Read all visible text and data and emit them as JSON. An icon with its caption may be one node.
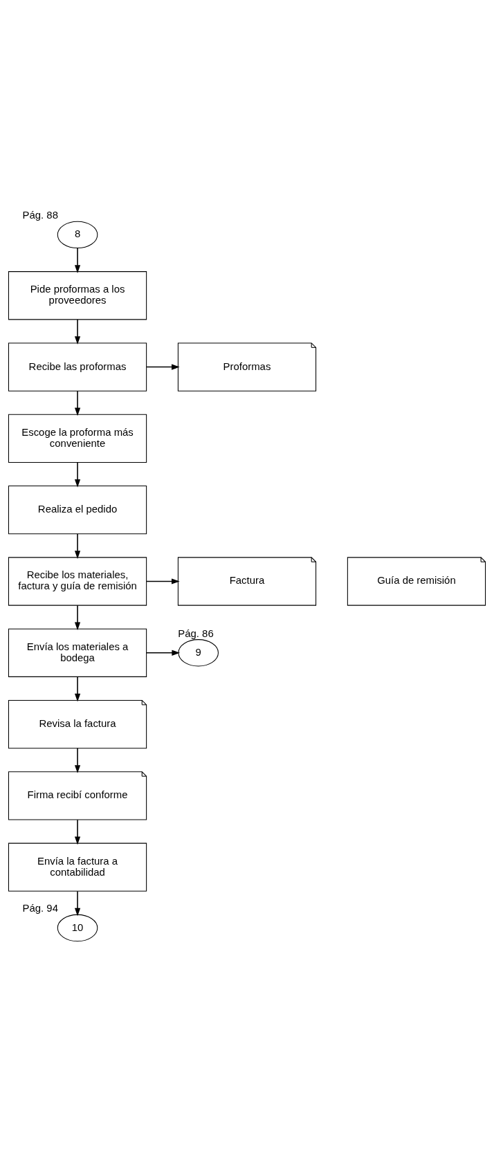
{
  "diagram": {
    "nodes": [
      {
        "text": [
          "8"
        ],
        "beside": [
          "Pág. 88"
        ]
      },
      {
        "text": [
          "Pide proformas a los proveedores"
        ]
      },
      {
        "text": [
          "Recibe las proformas"
        ]
      },
      {
        "text": [
          "Proformas"
        ]
      },
      {
        "text": [
          "Escoge la proforma más conveniente"
        ]
      },
      {
        "text": [
          "Realiza el pedido"
        ]
      },
      {
        "text": [
          "Recibe los materiales, factura y guía de remisión"
        ]
      },
      {
        "text": [
          "Factura"
        ]
      },
      {
        "text": [
          "Guía de remisión"
        ]
      },
      {
        "text": [
          "Envía los materiales a bodega"
        ]
      },
      {
        "text": [
          "9"
        ],
        "beside": [
          "Pág. 86"
        ]
      },
      {
        "text": [
          "Revisa la factura"
        ]
      },
      {
        "text": [
          "Firma recibí conforme"
        ]
      },
      {
        "text": [
          "Envía la factura a contabilidad"
        ]
      },
      {
        "text": [
          "10"
        ],
        "beside": [
          "Pág. 94"
        ]
      }
    ],
    "edges": [
      {
        "from": 0,
        "to": 1,
        "arrow": "to"
      },
      {
        "from": 1,
        "to": 2,
        "arrow": "to"
      },
      {
        "from": 2,
        "to": 3,
        "arrow": "to"
      },
      {
        "from": 2,
        "to": 4,
        "arrow": "to"
      },
      {
        "from": 4,
        "to": 5,
        "arrow": "to"
      },
      {
        "from": 5,
        "to": 6,
        "arrow": "to"
      },
      {
        "from": 6,
        "to": 7,
        "arrow": "to"
      },
      {
        "from": 6,
        "to": 9,
        "arrow": "to"
      },
      {
        "from": 9,
        "to": 10,
        "arrow": "to"
      },
      {
        "from": 9,
        "to": 11,
        "arrow": "to"
      },
      {
        "from": 11,
        "to": 12,
        "arrow": "to"
      },
      {
        "from": 12,
        "to": 13,
        "arrow": "to"
      },
      {
        "from": 13,
        "to": 14,
        "arrow": "to"
      }
    ]
  }
}
